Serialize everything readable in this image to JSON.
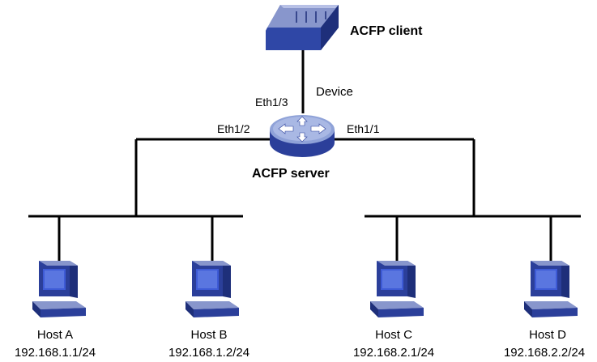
{
  "client": {
    "label": "ACFP client",
    "icon": "acfp-client-icon"
  },
  "device": {
    "label": "Device"
  },
  "server": {
    "label": "ACFP server",
    "icon": "router-icon"
  },
  "ports": {
    "eth13": "Eth1/3",
    "eth12": "Eth1/2",
    "eth11": "Eth1/1"
  },
  "hosts": [
    {
      "name": "Host A",
      "ip": "192.168.1.1/24"
    },
    {
      "name": "Host B",
      "ip": "192.168.1.2/24"
    },
    {
      "name": "Host C",
      "ip": "192.168.2.1/24"
    },
    {
      "name": "Host D",
      "ip": "192.168.2.2/24"
    }
  ],
  "colors": {
    "line": "#000000",
    "device_blue": "#2b3f9a",
    "device_light": "#8896cc",
    "router_light": "#8fa2d8",
    "screen": "#3e5bd6"
  }
}
